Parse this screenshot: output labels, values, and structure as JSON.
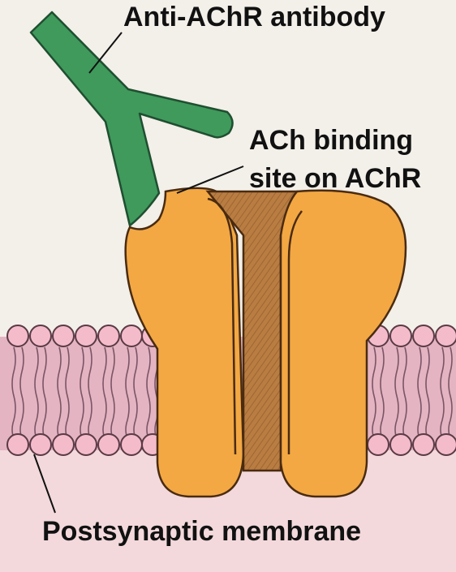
{
  "labels": {
    "antibody": "Anti-AChR antibody",
    "binding_site_line1": "ACh binding",
    "binding_site_line2": "site on AChR",
    "membrane": "Postsynaptic membrane"
  },
  "colors": {
    "background": "#f3efe9",
    "antibody": "#3f9a5c",
    "receptor": "#f3a843",
    "receptor_outline": "#4a2b10",
    "channel": "#b97d42",
    "membrane_band": "#e4b4c2",
    "membrane_lower": "#f3d9dc",
    "lipid_head": "#f4bccb",
    "lipid_tail": "#7b5565"
  },
  "icons": [
    "antibody-shape",
    "acetylcholine-receptor",
    "lipid-bilayer"
  ]
}
